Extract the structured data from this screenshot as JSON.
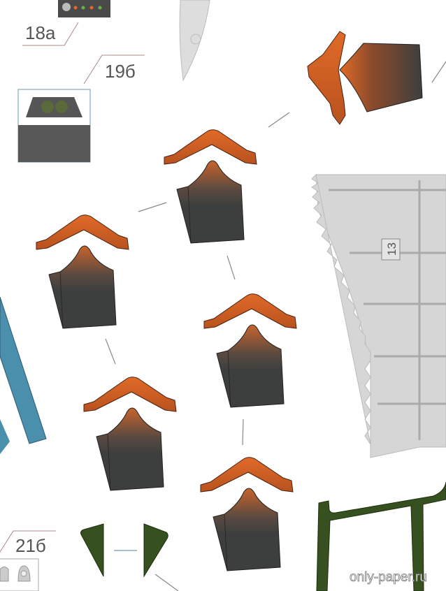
{
  "labels": {
    "part_18a": "18а",
    "part_19b": "19б",
    "part_21b": "21б",
    "part_13": "13"
  },
  "watermark": "only-paper.ru",
  "colors": {
    "hat_orange": "#d4622a",
    "body_dark": "#3d3f3e",
    "panel_gray": "#d6d6d6",
    "strip_blue": "#4a8fab",
    "frame_green": "#36501f",
    "label_gray": "#555555"
  }
}
